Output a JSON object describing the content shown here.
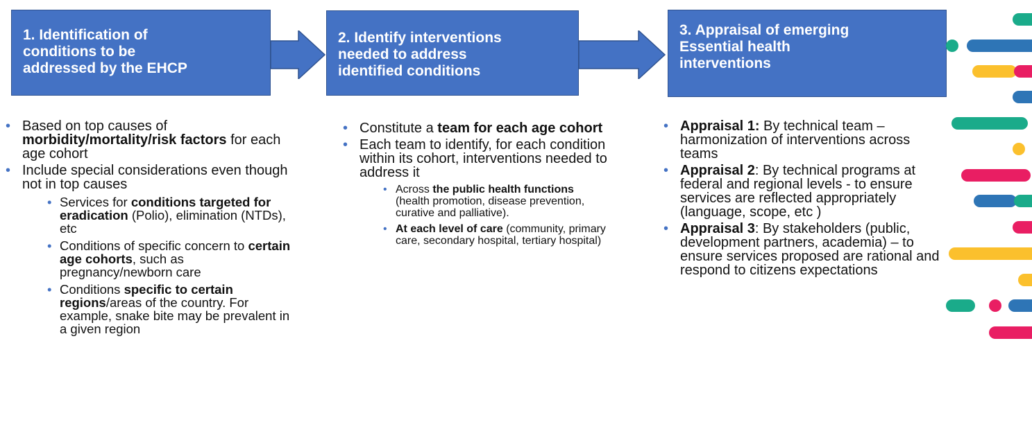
{
  "boxes": [
    {
      "line1": "1. Identification of",
      "line2": "conditions to be",
      "line3": "addressed by the EHCP"
    },
    {
      "line1": "2. Identify interventions",
      "line2": "needed to address",
      "line3": "identified conditions"
    },
    {
      "line1": "3. Appraisal of emerging",
      "line2": "Essential health",
      "line3": "interventions"
    }
  ],
  "col1": {
    "b1_pre": "Based on top causes of ",
    "b1_bold": "morbidity/mortality/risk factors",
    "b1_post": " for each age cohort",
    "b2": "Include special considerations even though not in top causes",
    "s1_pre": "Services for ",
    "s1_bold": "conditions targeted for eradication",
    "s1_post": " (Polio), elimination (NTDs), etc",
    "s2_pre": "Conditions of specific concern to ",
    "s2_bold": "certain age cohorts",
    "s2_post": ", such as pregnancy/newborn care",
    "s3_pre": "Conditions ",
    "s3_bold": "specific to certain regions",
    "s3_post": "/areas of the country. For example, snake bite may be prevalent in a given region"
  },
  "col2": {
    "b1_pre": "Constitute a ",
    "b1_bold": "team for each age cohort",
    "b2": "Each team to identify, for each condition within its cohort, interventions needed to address it",
    "s1_pre": "Across ",
    "s1_bold": "the public health functions",
    "s1_post": " (health promotion, disease prevention, curative and palliative).",
    "s2_bold": "At each level of care",
    "s2_post": " (community, primary care, secondary hospital, tertiary hospital)"
  },
  "col3": {
    "a1_bold": "Appraisal 1:",
    "a1_text": " By technical team – harmonization of interventions across teams",
    "a2_bold": "Appraisal 2",
    "a2_text": ": By technical programs at federal and regional levels - to ensure services are reflected appropriately (language, scope, etc )",
    "a3_bold": "Appraisal 3",
    "a3_text": ": By stakeholders (public, development partners, academia) – to ensure services proposed are rational and respond to citizens expectations"
  },
  "colors": {
    "box": "#4472c4",
    "teal": "#1aab8a",
    "blue": "#2e75b6",
    "yellow": "#fbc02d",
    "pink": "#e91e63"
  }
}
